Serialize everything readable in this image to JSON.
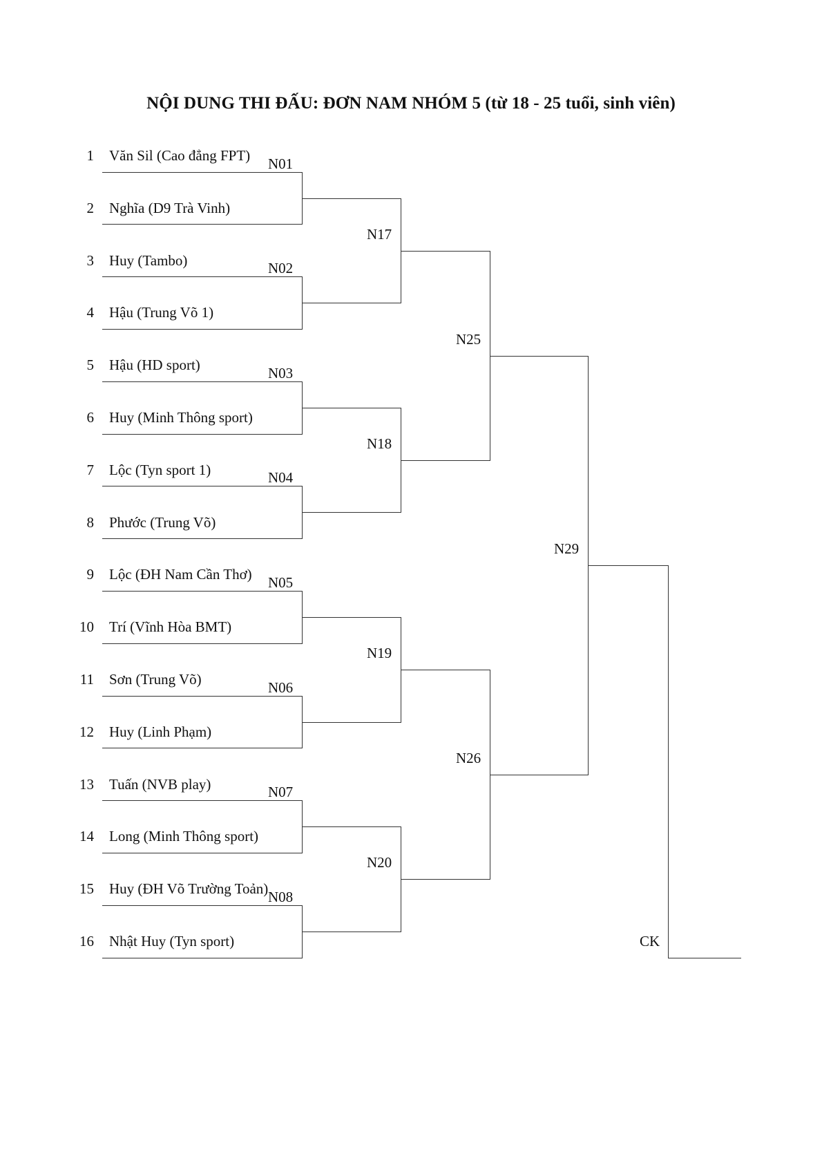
{
  "title": "NỘI DUNG THI ĐẤU: ĐƠN NAM NHÓM 5 (từ 18 - 25 tuổi, sinh viên)",
  "players": [
    {
      "seed": "1",
      "name": "Văn Sil (Cao đẳng FPT)"
    },
    {
      "seed": "2",
      "name": "Nghĩa (D9 Trà Vinh)"
    },
    {
      "seed": "3",
      "name": "Huy (Tambo)"
    },
    {
      "seed": "4",
      "name": "Hậu (Trung Võ 1)"
    },
    {
      "seed": "5",
      "name": "Hậu (HD sport)"
    },
    {
      "seed": "6",
      "name": "Huy (Minh Thông sport)"
    },
    {
      "seed": "7",
      "name": "Lộc (Tyn sport 1)"
    },
    {
      "seed": "8",
      "name": "Phước (Trung Võ)"
    },
    {
      "seed": "9",
      "name": "Lộc (ĐH Nam Cần Thơ)"
    },
    {
      "seed": "10",
      "name": "Trí (Vĩnh Hòa BMT)"
    },
    {
      "seed": "11",
      "name": "Sơn (Trung Võ)"
    },
    {
      "seed": "12",
      "name": "Huy (Linh Phạm)"
    },
    {
      "seed": "13",
      "name": "Tuấn (NVB play)"
    },
    {
      "seed": "14",
      "name": "Long (Minh Thông sport)"
    },
    {
      "seed": "15",
      "name": "Huy (ĐH Võ Trường Toản)"
    },
    {
      "seed": "16",
      "name": "Nhật Huy (Tyn sport)"
    }
  ],
  "round1": [
    "N01",
    "N02",
    "N03",
    "N04",
    "N05",
    "N06",
    "N07",
    "N08"
  ],
  "round2": [
    "N17",
    "N18",
    "N19",
    "N20"
  ],
  "round3": [
    "N25",
    "N26"
  ],
  "semifinal": "N29",
  "final": "CK"
}
